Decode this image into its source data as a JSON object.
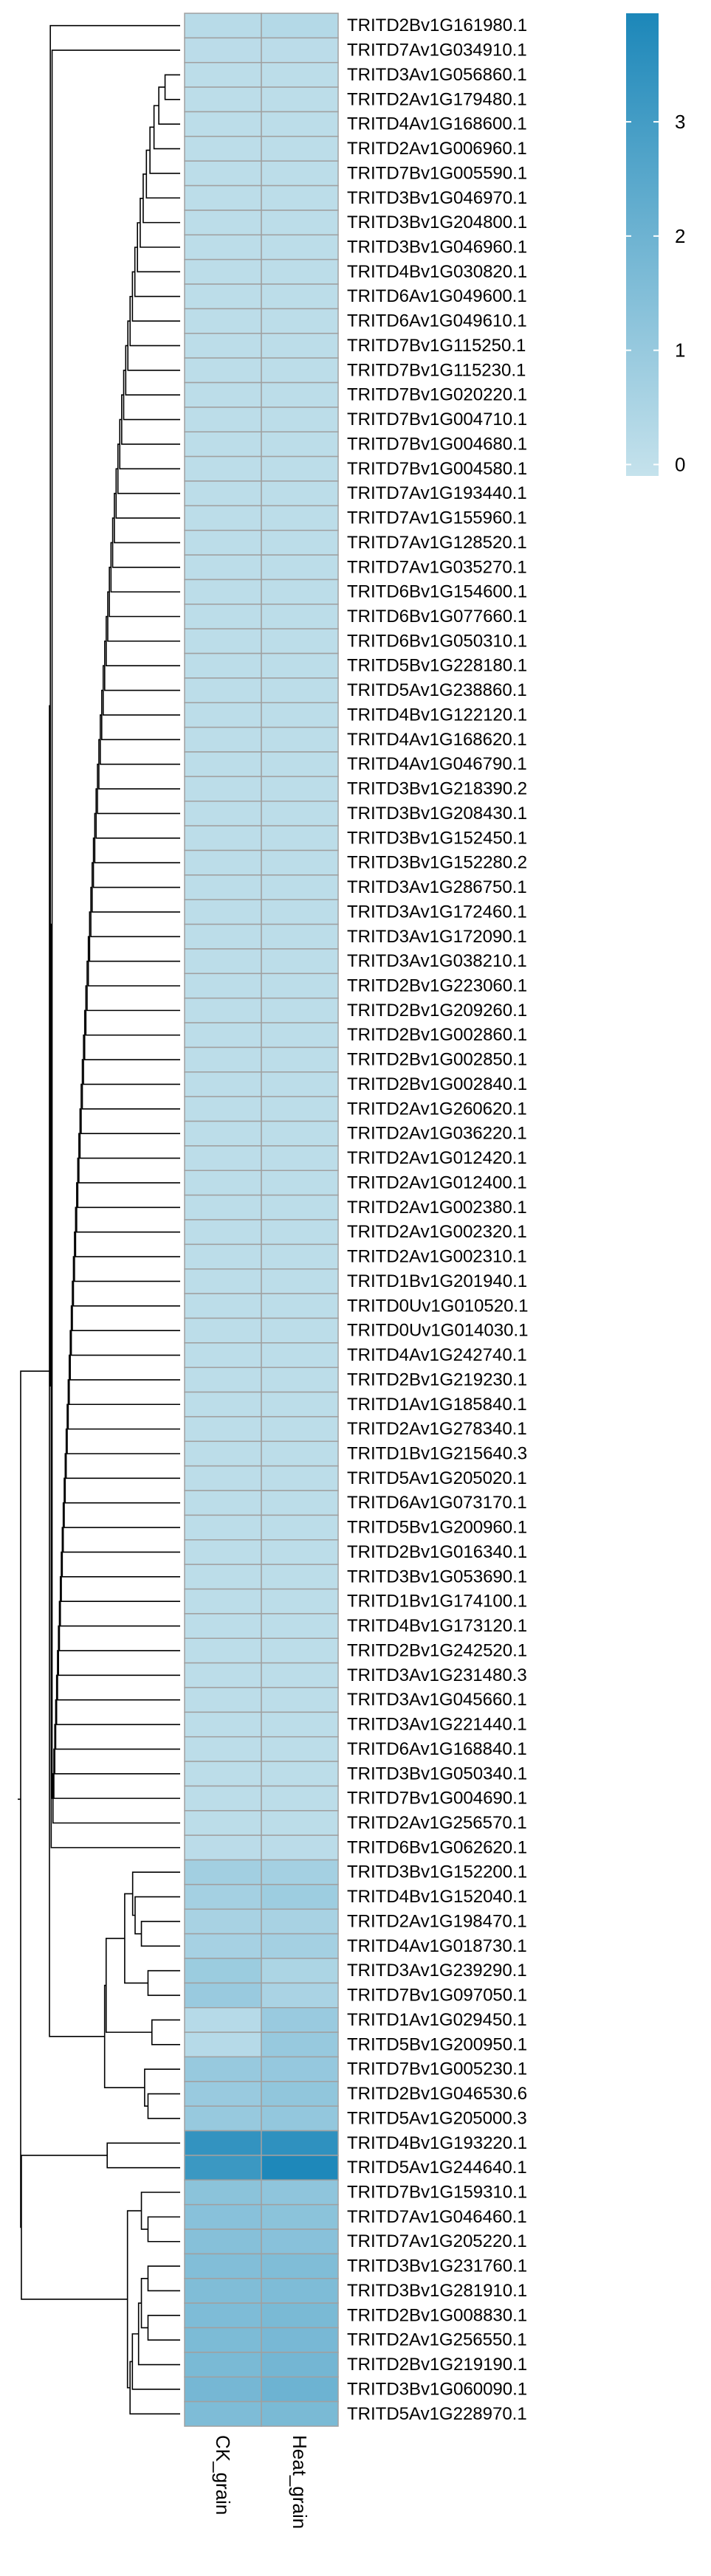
{
  "chart_data": {
    "type": "heatmap",
    "title": "",
    "columns": [
      "CK_grain",
      "Heat_grain"
    ],
    "rows": [
      "TRITD2Bv1G161980.1",
      "TRITD7Av1G034910.1",
      "TRITD3Av1G056860.1",
      "TRITD2Av1G179480.1",
      "TRITD4Av1G168600.1",
      "TRITD2Av1G006960.1",
      "TRITD7Bv1G005590.1",
      "TRITD3Bv1G046970.1",
      "TRITD3Bv1G204800.1",
      "TRITD3Bv1G046960.1",
      "TRITD4Bv1G030820.1",
      "TRITD6Av1G049600.1",
      "TRITD6Av1G049610.1",
      "TRITD7Bv1G115250.1",
      "TRITD7Bv1G115230.1",
      "TRITD7Bv1G020220.1",
      "TRITD7Bv1G004710.1",
      "TRITD7Bv1G004680.1",
      "TRITD7Bv1G004580.1",
      "TRITD7Av1G193440.1",
      "TRITD7Av1G155960.1",
      "TRITD7Av1G128520.1",
      "TRITD7Av1G035270.1",
      "TRITD6Bv1G154600.1",
      "TRITD6Bv1G077660.1",
      "TRITD6Bv1G050310.1",
      "TRITD5Bv1G228180.1",
      "TRITD5Av1G238860.1",
      "TRITD4Bv1G122120.1",
      "TRITD4Av1G168620.1",
      "TRITD4Av1G046790.1",
      "TRITD3Bv1G218390.2",
      "TRITD3Bv1G208430.1",
      "TRITD3Bv1G152450.1",
      "TRITD3Bv1G152280.2",
      "TRITD3Av1G286750.1",
      "TRITD3Av1G172460.1",
      "TRITD3Av1G172090.1",
      "TRITD3Av1G038210.1",
      "TRITD2Bv1G223060.1",
      "TRITD2Bv1G209260.1",
      "TRITD2Bv1G002860.1",
      "TRITD2Bv1G002850.1",
      "TRITD2Bv1G002840.1",
      "TRITD2Av1G260620.1",
      "TRITD2Av1G036220.1",
      "TRITD2Av1G012420.1",
      "TRITD2Av1G012400.1",
      "TRITD2Av1G002380.1",
      "TRITD2Av1G002320.1",
      "TRITD2Av1G002310.1",
      "TRITD1Bv1G201940.1",
      "TRITD0Uv1G010520.1",
      "TRITD0Uv1G014030.1",
      "TRITD4Av1G242740.1",
      "TRITD2Bv1G219230.1",
      "TRITD1Av1G185840.1",
      "TRITD2Av1G278340.1",
      "TRITD1Bv1G215640.3",
      "TRITD5Av1G205020.1",
      "TRITD6Av1G073170.1",
      "TRITD5Bv1G200960.1",
      "TRITD2Bv1G016340.1",
      "TRITD3Bv1G053690.1",
      "TRITD1Bv1G174100.1",
      "TRITD4Bv1G173120.1",
      "TRITD2Bv1G242520.1",
      "TRITD3Av1G231480.3",
      "TRITD3Av1G045660.1",
      "TRITD3Av1G221440.1",
      "TRITD6Av1G168840.1",
      "TRITD3Bv1G050340.1",
      "TRITD7Bv1G004690.1",
      "TRITD2Av1G256570.1",
      "TRITD6Bv1G062620.1",
      "TRITD3Bv1G152200.1",
      "TRITD4Bv1G152040.1",
      "TRITD2Av1G198470.1",
      "TRITD4Av1G018730.1",
      "TRITD3Av1G239290.1",
      "TRITD7Bv1G097050.1",
      "TRITD1Av1G029450.1",
      "TRITD5Bv1G200950.1",
      "TRITD7Bv1G005230.1",
      "TRITD2Bv1G046530.6",
      "TRITD5Av1G205000.3",
      "TRITD4Bv1G193220.1",
      "TRITD5Av1G244640.1",
      "TRITD7Bv1G159310.1",
      "TRITD7Av1G046460.1",
      "TRITD7Av1G205220.1",
      "TRITD3Bv1G231760.1",
      "TRITD3Bv1G281910.1",
      "TRITD2Bv1G008830.1",
      "TRITD2Av1G256550.1",
      "TRITD2Bv1G219190.1",
      "TRITD3Bv1G060090.1",
      "TRITD5Av1G228970.1"
    ],
    "values": [
      [
        0.22,
        0.3
      ],
      [
        0.15,
        0.15
      ],
      [
        0.12,
        0.12
      ],
      [
        0.12,
        0.12
      ],
      [
        0.12,
        0.12
      ],
      [
        0.12,
        0.12
      ],
      [
        0.12,
        0.12
      ],
      [
        0.12,
        0.12
      ],
      [
        0.12,
        0.12
      ],
      [
        0.12,
        0.12
      ],
      [
        0.12,
        0.12
      ],
      [
        0.12,
        0.12
      ],
      [
        0.12,
        0.12
      ],
      [
        0.12,
        0.12
      ],
      [
        0.12,
        0.12
      ],
      [
        0.12,
        0.12
      ],
      [
        0.12,
        0.12
      ],
      [
        0.12,
        0.12
      ],
      [
        0.12,
        0.12
      ],
      [
        0.12,
        0.12
      ],
      [
        0.12,
        0.12
      ],
      [
        0.12,
        0.12
      ],
      [
        0.12,
        0.12
      ],
      [
        0.12,
        0.12
      ],
      [
        0.12,
        0.12
      ],
      [
        0.12,
        0.12
      ],
      [
        0.12,
        0.12
      ],
      [
        0.12,
        0.12
      ],
      [
        0.12,
        0.12
      ],
      [
        0.12,
        0.12
      ],
      [
        0.12,
        0.12
      ],
      [
        0.12,
        0.12
      ],
      [
        0.12,
        0.12
      ],
      [
        0.12,
        0.12
      ],
      [
        0.12,
        0.12
      ],
      [
        0.12,
        0.12
      ],
      [
        0.12,
        0.12
      ],
      [
        0.12,
        0.12
      ],
      [
        0.12,
        0.12
      ],
      [
        0.12,
        0.12
      ],
      [
        0.12,
        0.12
      ],
      [
        0.12,
        0.12
      ],
      [
        0.12,
        0.12
      ],
      [
        0.12,
        0.12
      ],
      [
        0.12,
        0.12
      ],
      [
        0.12,
        0.12
      ],
      [
        0.12,
        0.12
      ],
      [
        0.12,
        0.12
      ],
      [
        0.12,
        0.12
      ],
      [
        0.12,
        0.12
      ],
      [
        0.12,
        0.12
      ],
      [
        0.12,
        0.12
      ],
      [
        0.12,
        0.12
      ],
      [
        0.12,
        0.12
      ],
      [
        0.12,
        0.12
      ],
      [
        0.12,
        0.12
      ],
      [
        0.12,
        0.12
      ],
      [
        0.12,
        0.12
      ],
      [
        0.12,
        0.12
      ],
      [
        0.12,
        0.12
      ],
      [
        0.12,
        0.12
      ],
      [
        0.12,
        0.12
      ],
      [
        0.12,
        0.12
      ],
      [
        0.12,
        0.12
      ],
      [
        0.12,
        0.12
      ],
      [
        0.12,
        0.12
      ],
      [
        0.12,
        0.12
      ],
      [
        0.12,
        0.12
      ],
      [
        0.12,
        0.12
      ],
      [
        0.12,
        0.12
      ],
      [
        0.12,
        0.12
      ],
      [
        0.12,
        0.12
      ],
      [
        0.12,
        0.12
      ],
      [
        0.12,
        0.12
      ],
      [
        0.15,
        0.15
      ],
      [
        0.75,
        0.7
      ],
      [
        0.7,
        0.85
      ],
      [
        0.6,
        0.6
      ],
      [
        0.65,
        0.7
      ],
      [
        0.9,
        0.5
      ],
      [
        0.95,
        0.55
      ],
      [
        0.25,
        0.95
      ],
      [
        0.25,
        1.0
      ],
      [
        1.0,
        1.05
      ],
      [
        0.95,
        1.15
      ],
      [
        1.0,
        1.1
      ],
      [
        3.4,
        3.5
      ],
      [
        3.2,
        3.9
      ],
      [
        1.3,
        1.2
      ],
      [
        1.35,
        1.3
      ],
      [
        1.4,
        1.35
      ],
      [
        1.5,
        1.55
      ],
      [
        1.55,
        1.6
      ],
      [
        1.6,
        1.7
      ],
      [
        1.65,
        1.75
      ],
      [
        1.7,
        1.85
      ],
      [
        1.8,
        2.0
      ],
      [
        1.6,
        1.7
      ]
    ],
    "legend": {
      "ticks": [
        3,
        2,
        1,
        0
      ],
      "min": -0.1,
      "max": 3.95,
      "color_low": "#c5e2ec",
      "color_high": "#1c87b9"
    },
    "dendrogram": "rows"
  }
}
